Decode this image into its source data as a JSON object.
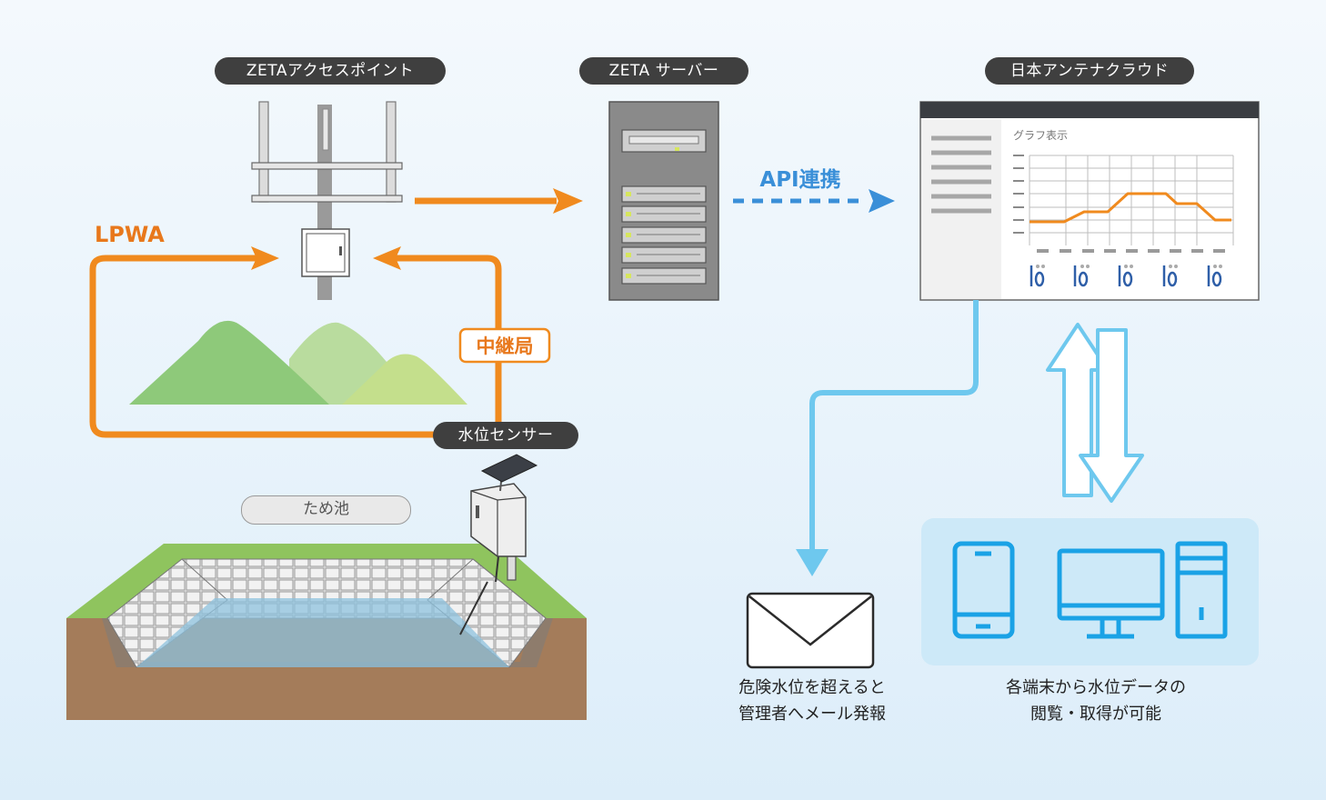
{
  "labels": {
    "access_point": "ZETAアクセスポイント",
    "server": "ZETA サーバー",
    "cloud": "日本アンテナクラウド",
    "sensor": "水位センサー",
    "pond": "ため池",
    "lpwa": "LPWA",
    "relay": "中継局",
    "api": "API連携",
    "graph_title": "グラフ表示"
  },
  "captions": {
    "mail_line1": "危険水位を超えると",
    "mail_line2": "管理者へメール発報",
    "devices_line1": "各端末から水位データの",
    "devices_line2": "閲覧・取得が可能"
  },
  "colors": {
    "lpwa_orange": "#f08a1e",
    "api_blue": "#3a8fd8",
    "notify_cyan": "#6ec8ee",
    "device_blue": "#1aa2e6"
  },
  "icons": [
    "antenna-tower-icon",
    "server-icon",
    "monitor-dashboard-icon",
    "mountain-icon",
    "pond-icon",
    "sensor-box-icon",
    "solar-panel-icon",
    "envelope-icon",
    "smartphone-icon",
    "desktop-monitor-icon",
    "pc-tower-icon",
    "double-arrow-icon"
  ]
}
